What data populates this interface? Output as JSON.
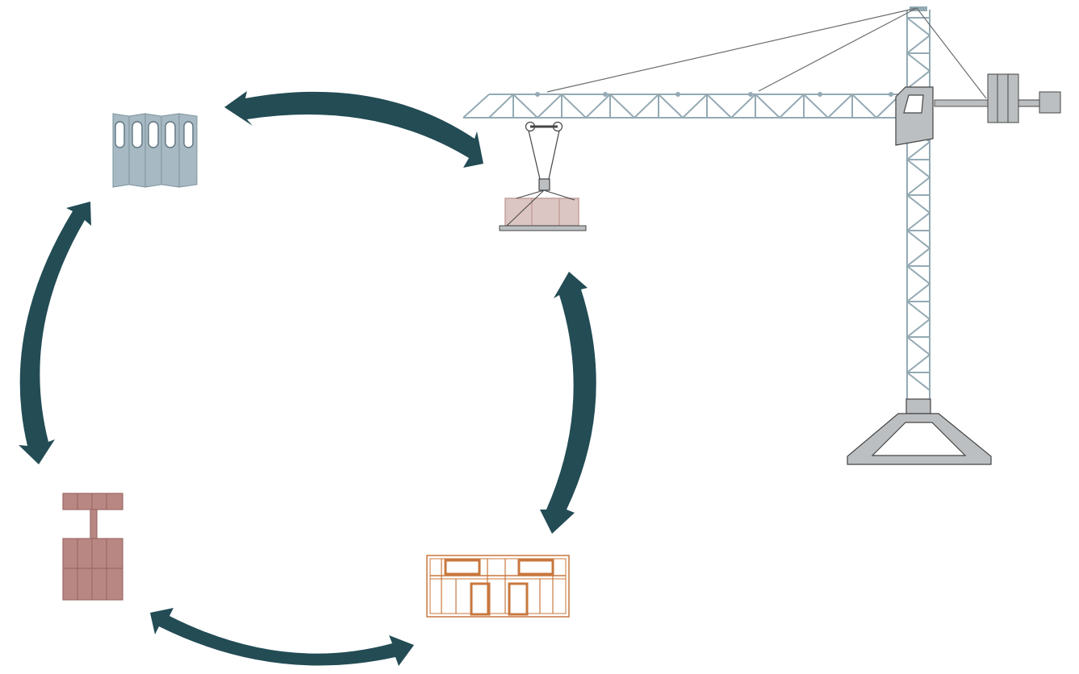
{
  "diagram": {
    "type": "cycle",
    "text_labels": [],
    "nodes": [
      {
        "id": "folding-panels",
        "icon": "folding-panels-icon"
      },
      {
        "id": "crane-lifting-module",
        "icon": "crane-load-icon"
      },
      {
        "id": "building-facade",
        "icon": "facade-frame-icon"
      },
      {
        "id": "modular-units",
        "icon": "modular-units-icon"
      }
    ],
    "arrows": [
      {
        "from": "folding-panels",
        "to": "crane-lifting-module",
        "bidirectional": true
      },
      {
        "from": "crane-lifting-module",
        "to": "building-facade",
        "bidirectional": true
      },
      {
        "from": "building-facade",
        "to": "modular-units",
        "bidirectional": true
      },
      {
        "from": "modular-units",
        "to": "folding-panels",
        "bidirectional": true
      }
    ]
  },
  "colors": {
    "arrow": "#234c55",
    "crane_steel": "#94aab4",
    "crane_gray": "#bcbfc1",
    "panel_fill": "#a7b9c2",
    "load_fill": "#dcc6c3",
    "facade_stroke": "#c8773e",
    "modular_fill": "#b98783"
  }
}
